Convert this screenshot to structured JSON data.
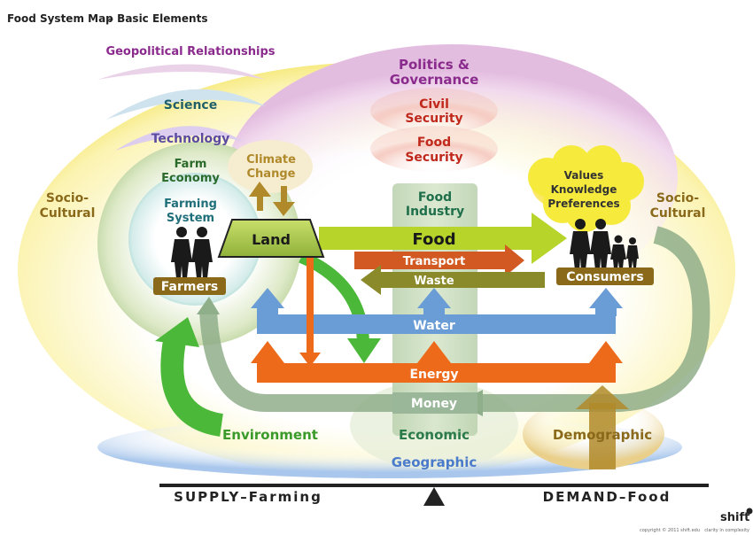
{
  "header": {
    "title": "Food System Map",
    "subtitle": "– Basic Elements"
  },
  "contexts": {
    "geopolitical": "Geopolitical Relationships",
    "politics_1": "Politics &",
    "politics_2": "Governance",
    "civil_1": "Civil",
    "civil_2": "Security",
    "food_sec_1": "Food",
    "food_sec_2": "Security",
    "science": "Science",
    "technology": "Technology",
    "farm_economy_1": "Farm",
    "farm_economy_2": "Economy",
    "farming_system_1": "Farming",
    "farming_system_2": "System",
    "socio_left_1": "Socio-",
    "socio_left_2": "Cultural",
    "socio_right_1": "Socio-",
    "socio_right_2": "Cultural",
    "climate_1": "Climate",
    "climate_2": "Change",
    "values_1": "Values",
    "values_2": "Knowledge",
    "values_3": "Preferences",
    "food_industry_1": "Food",
    "food_industry_2": "Industry",
    "environment": "Environment",
    "economic": "Economic",
    "geographic": "Geographic",
    "demographic": "Demographic"
  },
  "actors": {
    "farmers": "Farmers",
    "consumers": "Consumers",
    "land": "Land"
  },
  "flows": {
    "food": "Food",
    "transport": "Transport",
    "waste": "Waste",
    "water": "Water",
    "energy": "Energy",
    "money": "Money"
  },
  "balance": {
    "supply": "SUPPLY–Farming",
    "demand": "DEMAND–Food"
  },
  "brand": {
    "logo": "shift",
    "tagline": "clarity in complexity",
    "copyright": "copyright © 2011 shift.edu"
  },
  "colors": {
    "purple": "#8a2a8c",
    "teal": "#1f6f7a",
    "olive": "#8a6a1a",
    "green": "#4cb83a",
    "lime": "#b6d42a",
    "orange": "#ee6a1b",
    "blue": "#6a9cd6",
    "sage": "#8fae8a",
    "red": "#d23a2a"
  }
}
